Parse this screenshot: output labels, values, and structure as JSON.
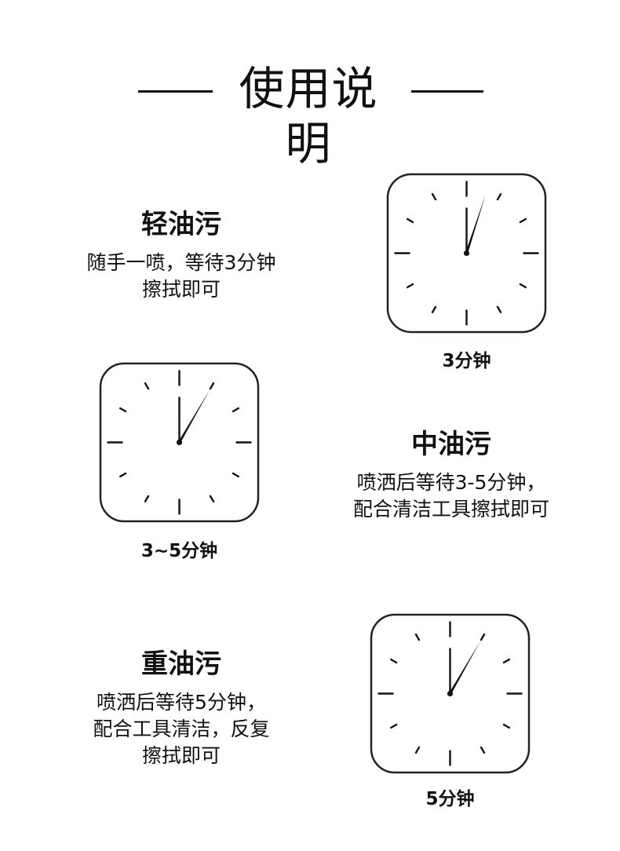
{
  "header": {
    "title": "使用说明"
  },
  "levels": [
    {
      "name": "轻油污",
      "desc": [
        "随手一喷，等待3分钟",
        "擦拭即可"
      ],
      "caption": "3分钟",
      "minute_value": 3
    },
    {
      "name": "中油污",
      "desc": [
        "喷洒后等待3-5分钟，",
        "配合清洁工具擦拭即可"
      ],
      "caption": "3~5分钟",
      "minute_value": 5
    },
    {
      "name": "重油污",
      "desc": [
        "喷洒后等待5分钟，",
        "配合工具清洁，反复",
        "擦拭即可"
      ],
      "caption": "5分钟",
      "minute_value": 5
    }
  ]
}
